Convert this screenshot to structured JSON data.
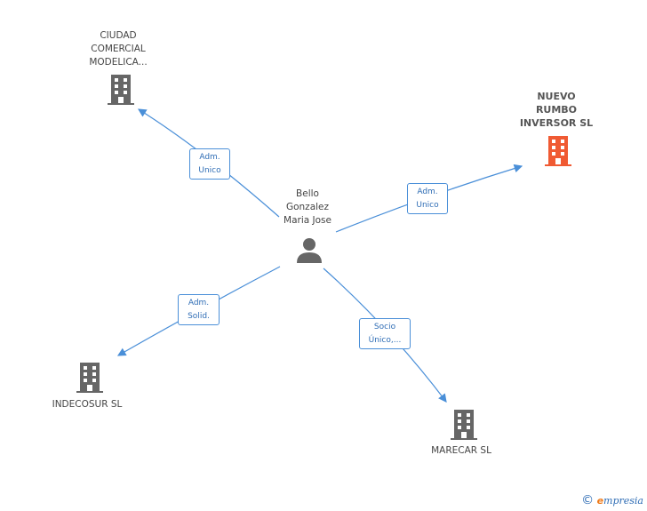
{
  "center": {
    "name": "Bello\nGonzalez\nMaria Jose"
  },
  "companies": [
    {
      "id": "ciudad",
      "name": "CIUDAD\nCOMERCIAL\nMODELICA..."
    },
    {
      "id": "nuevo",
      "name": "NUEVO\nRUMBO\nINVERSOR SL",
      "color": "#f05a33"
    },
    {
      "id": "indecosur",
      "name": "INDECOSUR SL"
    },
    {
      "id": "marecar",
      "name": "MARECAR SL"
    }
  ],
  "roles": {
    "ciudad": "Adm.\nUnico",
    "nuevo": "Adm.\nUnico",
    "indecosur": "Adm.\nSolid.",
    "marecar": "Socio\nÚnico,..."
  },
  "colors": {
    "edge": "#4a8fd8",
    "building": "#666666",
    "highlight": "#f05a33"
  },
  "footer": {
    "copyright": "©",
    "brand_initial": "e",
    "brand_rest": "mpresia"
  }
}
